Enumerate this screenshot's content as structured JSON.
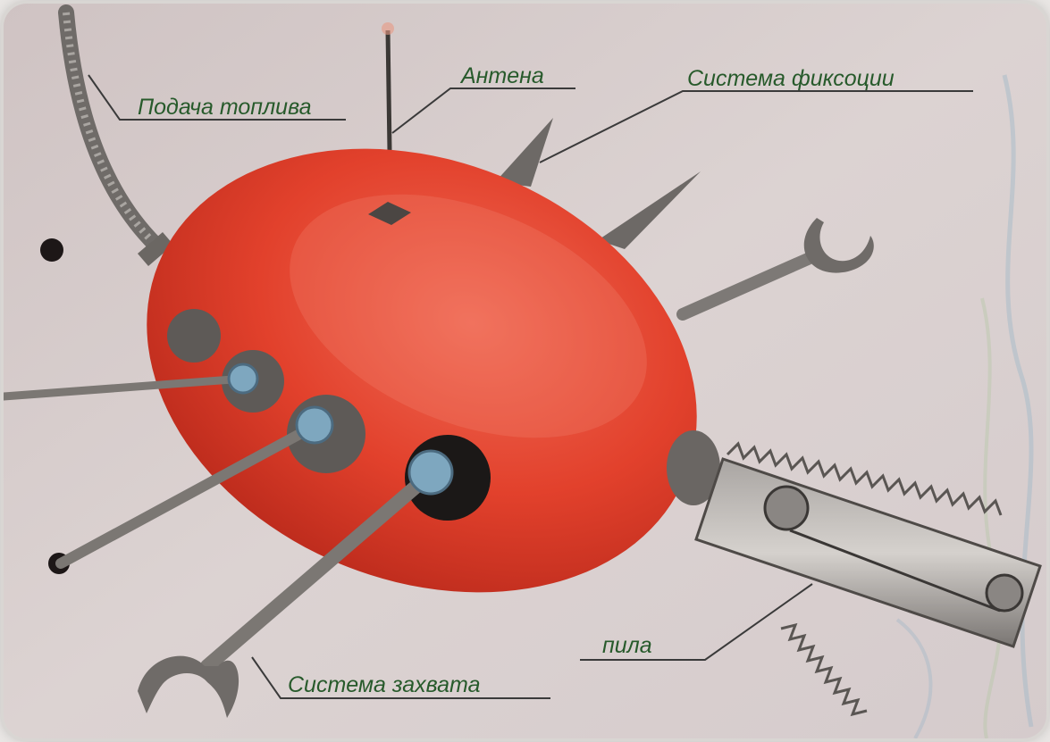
{
  "labels": {
    "fuel_supply": "Подача топлива",
    "antenna": "Антена",
    "fixation_system": "Система фиксоции",
    "saw": "пила",
    "grab_system": "Система захвата"
  },
  "colors": {
    "paper": "#d9cfd0",
    "body": "#e2412c",
    "metal": "#8a8784",
    "label_ink": "#275a2b",
    "leader_line": "#3a3a3a"
  }
}
